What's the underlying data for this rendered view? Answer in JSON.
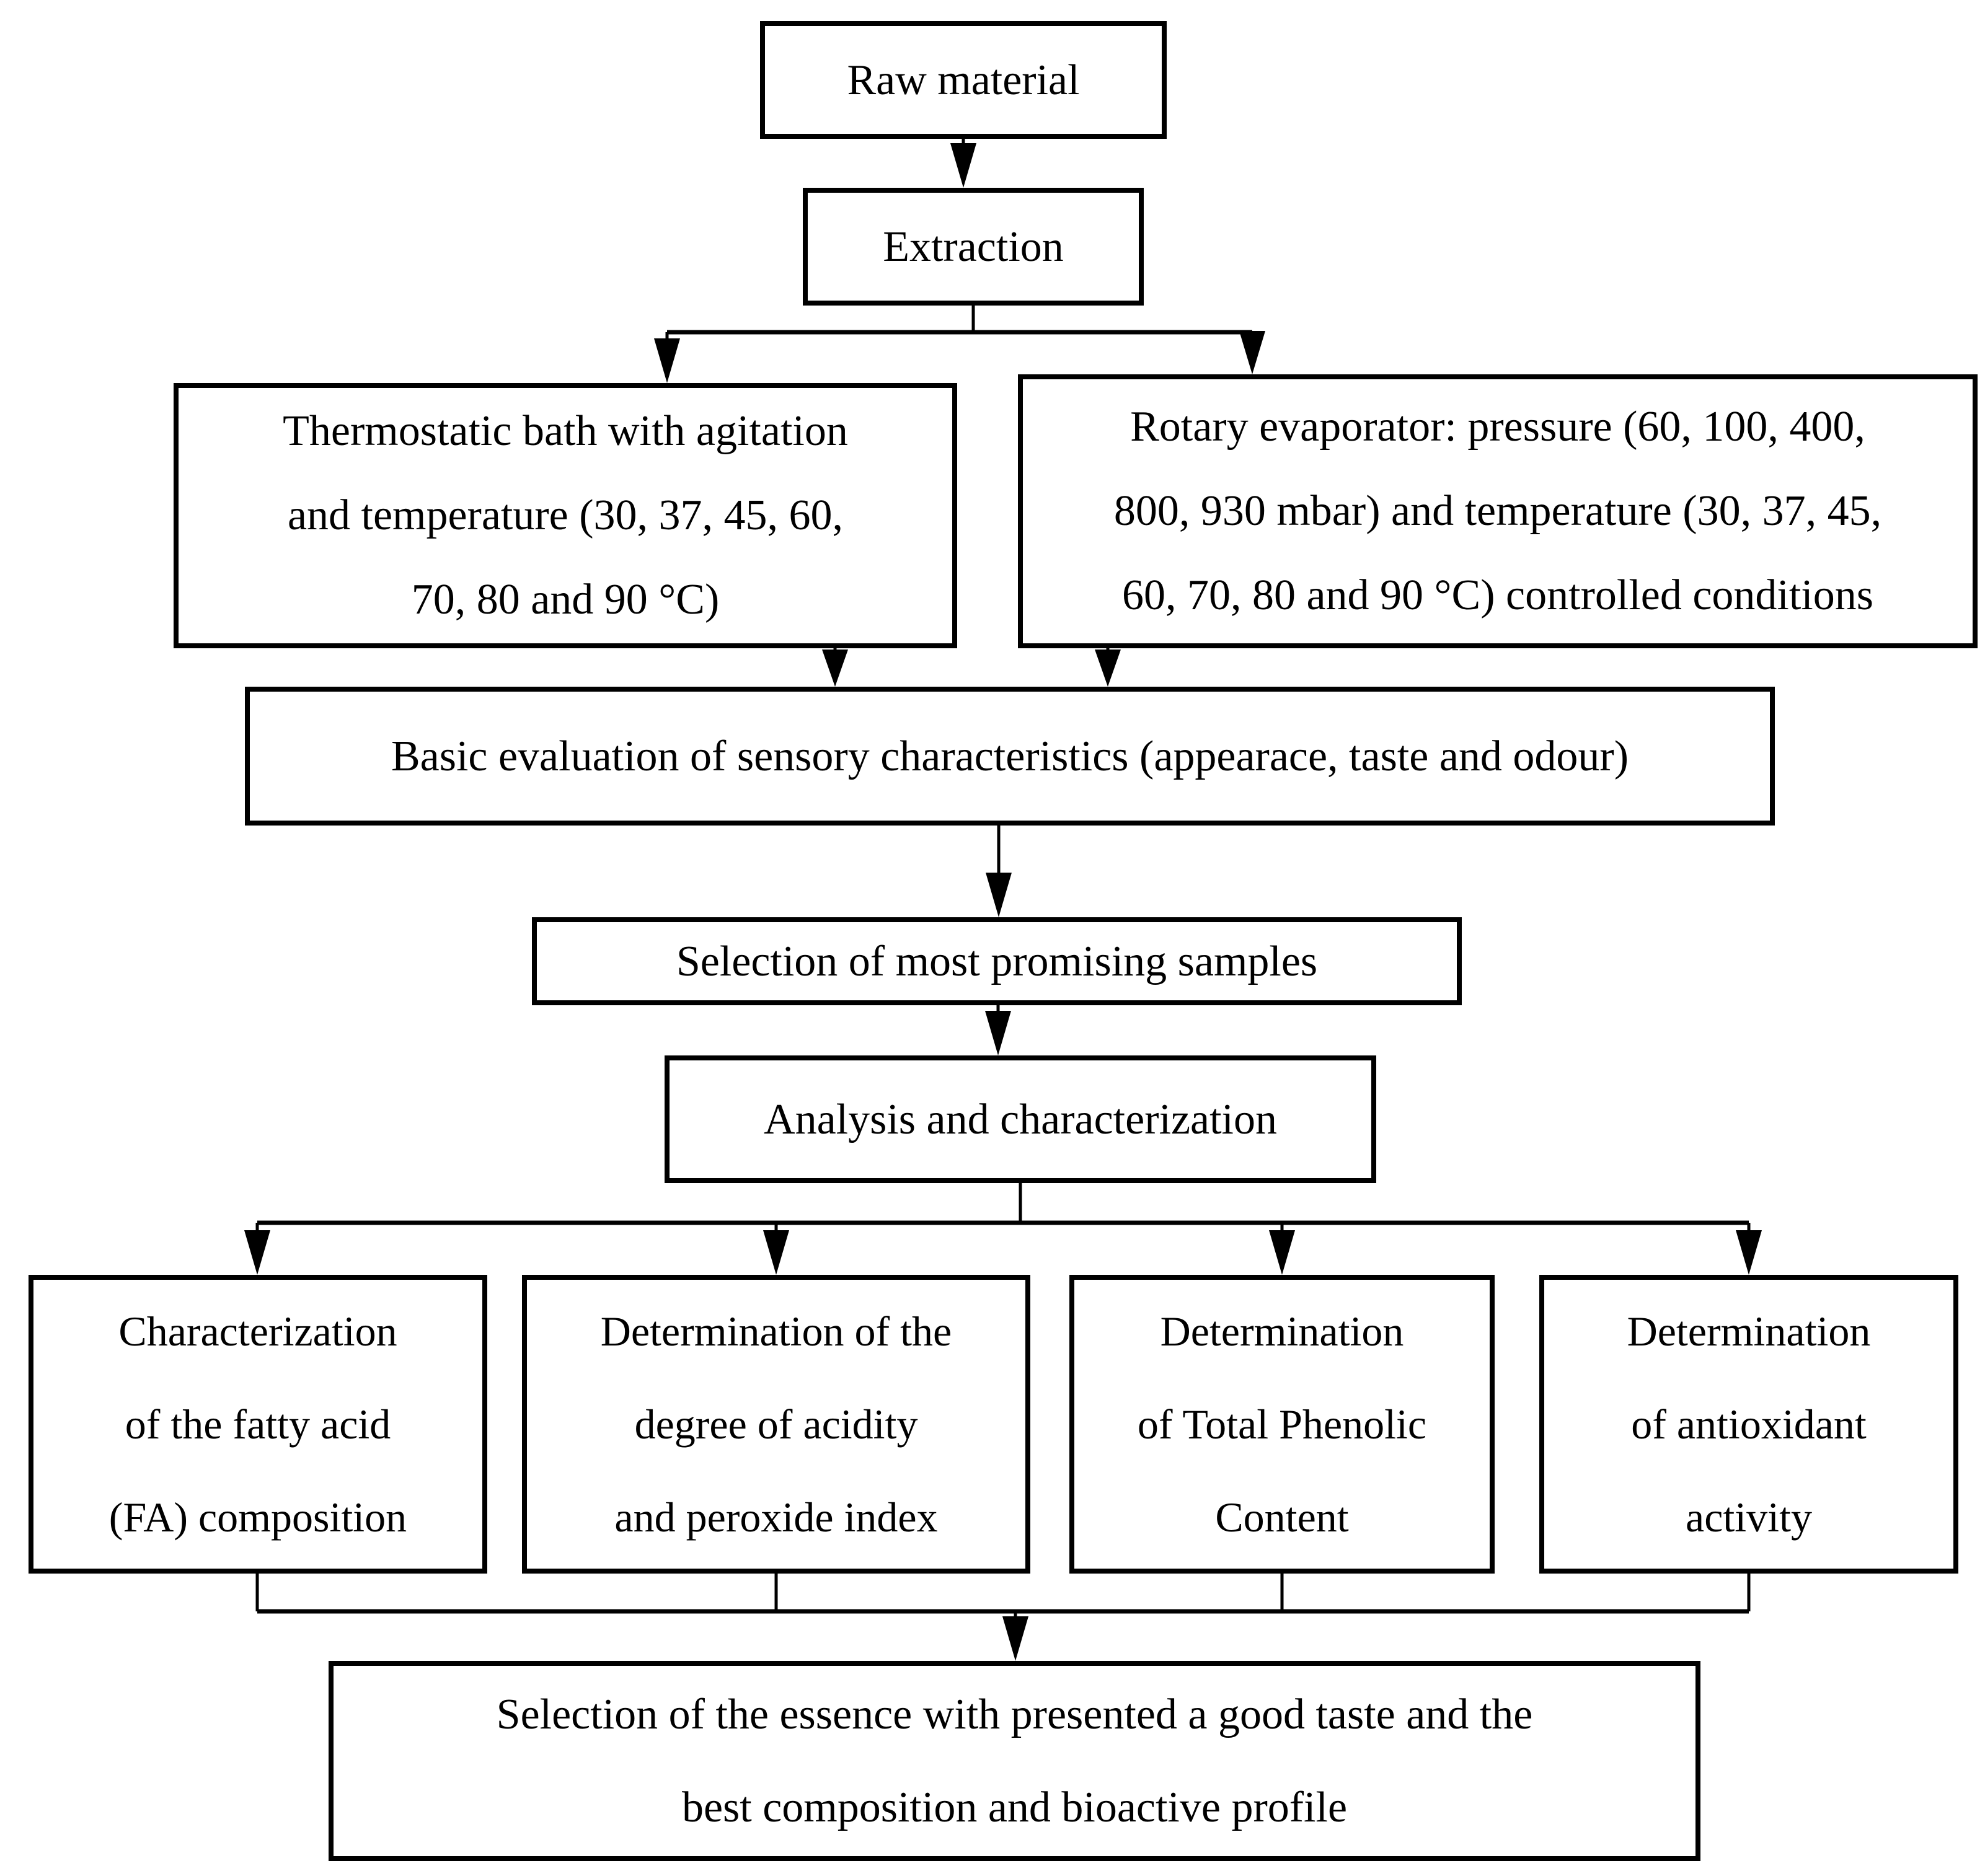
{
  "diagram": {
    "title": "Experimental workflow flowchart",
    "colors": {
      "background": "#ffffff",
      "box_border": "#000000",
      "text": "#000000",
      "connector": "#000000"
    },
    "nodes": {
      "raw_material": {
        "label": "Raw material"
      },
      "extraction": {
        "label": "Extraction"
      },
      "thermostatic_bath": {
        "lines": [
          "Thermostatic bath with agitation",
          "and temperature (30, 37, 45, 60,",
          "70, 80 and 90 °C)"
        ]
      },
      "rotary_evaporator": {
        "lines": [
          "Rotary evaporator: pressure (60, 100, 400,",
          "800, 930 mbar) and temperature (30, 37, 45,",
          "60, 70, 80 and 90 °C) controlled conditions"
        ]
      },
      "basic_evaluation": {
        "label": "Basic evaluation of sensory characteristics (appearace, taste and odour)"
      },
      "selection_samples": {
        "label": "Selection of most promising samples"
      },
      "analysis_characterization": {
        "label": "Analysis and characterization"
      },
      "fatty_acid": {
        "lines": [
          "Characterization",
          "of the fatty acid",
          "(FA) composition"
        ]
      },
      "acidity_peroxide": {
        "lines": [
          "Determination of the",
          "degree of acidity",
          "and peroxide index"
        ]
      },
      "total_phenolic": {
        "lines": [
          "Determination",
          "of Total Phenolic",
          "Content"
        ]
      },
      "antioxidant_activity": {
        "lines": [
          "Determination",
          "of antioxidant",
          "activity"
        ]
      },
      "final_selection": {
        "lines": [
          "Selection of the essence with presented a good taste and the",
          "best composition and bioactive profile"
        ]
      }
    }
  }
}
